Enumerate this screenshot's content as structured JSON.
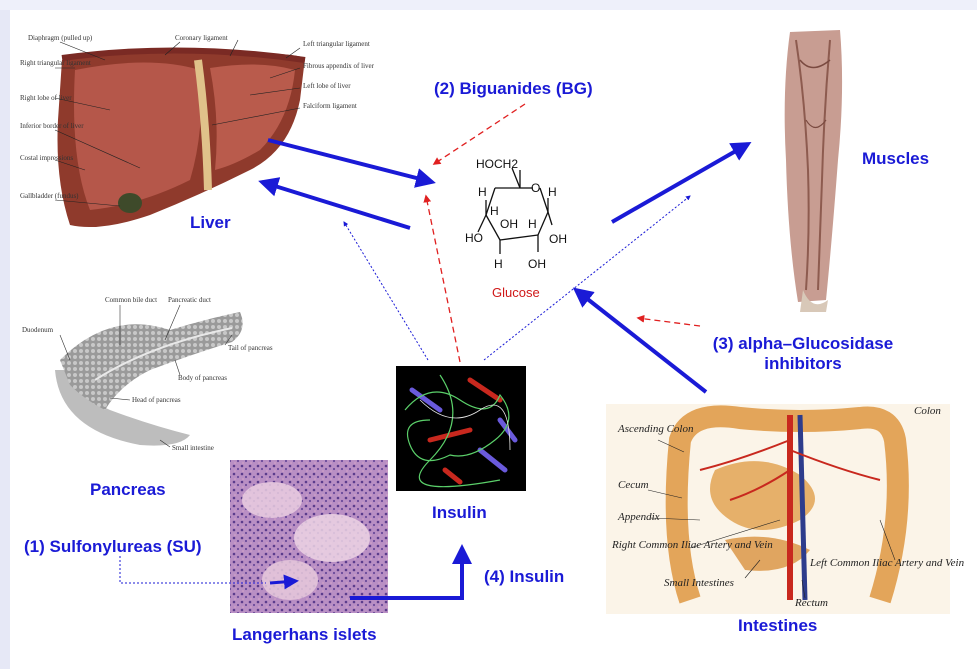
{
  "labels": {
    "liver": "Liver",
    "muscles": "Muscles",
    "pancreas": "Pancreas",
    "langerhans": "Langerhans islets",
    "insulin": "Insulin",
    "intestines": "Intestines",
    "glucose": "Glucose",
    "biguanides": "(2) Biguanides (BG)",
    "sulfonylureas": "(1) Sulfonylureas (SU)",
    "alpha_glucosidase_line1": "(3) alpha–Glucosidase",
    "alpha_glucosidase_line2": "inhibitors",
    "insulin_therapy": "(4) Insulin"
  },
  "liver_annotations": [
    "Diaphragm (pulled up)",
    "Coronary ligament",
    "Left triangular ligament",
    "Right triangular ligament",
    "Fibrous appendix of liver",
    "Right lobe of liver",
    "Left lobe of liver",
    "Falciform ligament",
    "Inferior border of liver",
    "Costal impressions",
    "Gallbladder (fundus)"
  ],
  "pancreas_annotations": [
    "Common bile duct",
    "Pancreatic duct",
    "Duodenum",
    "Tail of pancreas",
    "Body of pancreas",
    "Head of pancreas",
    "Small intestine"
  ],
  "intestine_annotations": [
    "Ascending Colon",
    "Colon",
    "Cecum",
    "Appendix",
    "Right Common Iliac Artery and Vein",
    "Left Common Iliac Artery and Vein",
    "Small Intestines",
    "Rectum"
  ],
  "glucose_formula": {
    "hoch2": "HOCH2",
    "atoms": [
      "H",
      "O",
      "H",
      "H",
      "OH",
      "H",
      "HO",
      "OH",
      "H",
      "OH"
    ]
  },
  "colors": {
    "label_blue": "#1a1ad6",
    "arrow_blue": "#1a1ad6",
    "arrow_red": "#e02020",
    "glucose_red": "#d01818"
  }
}
